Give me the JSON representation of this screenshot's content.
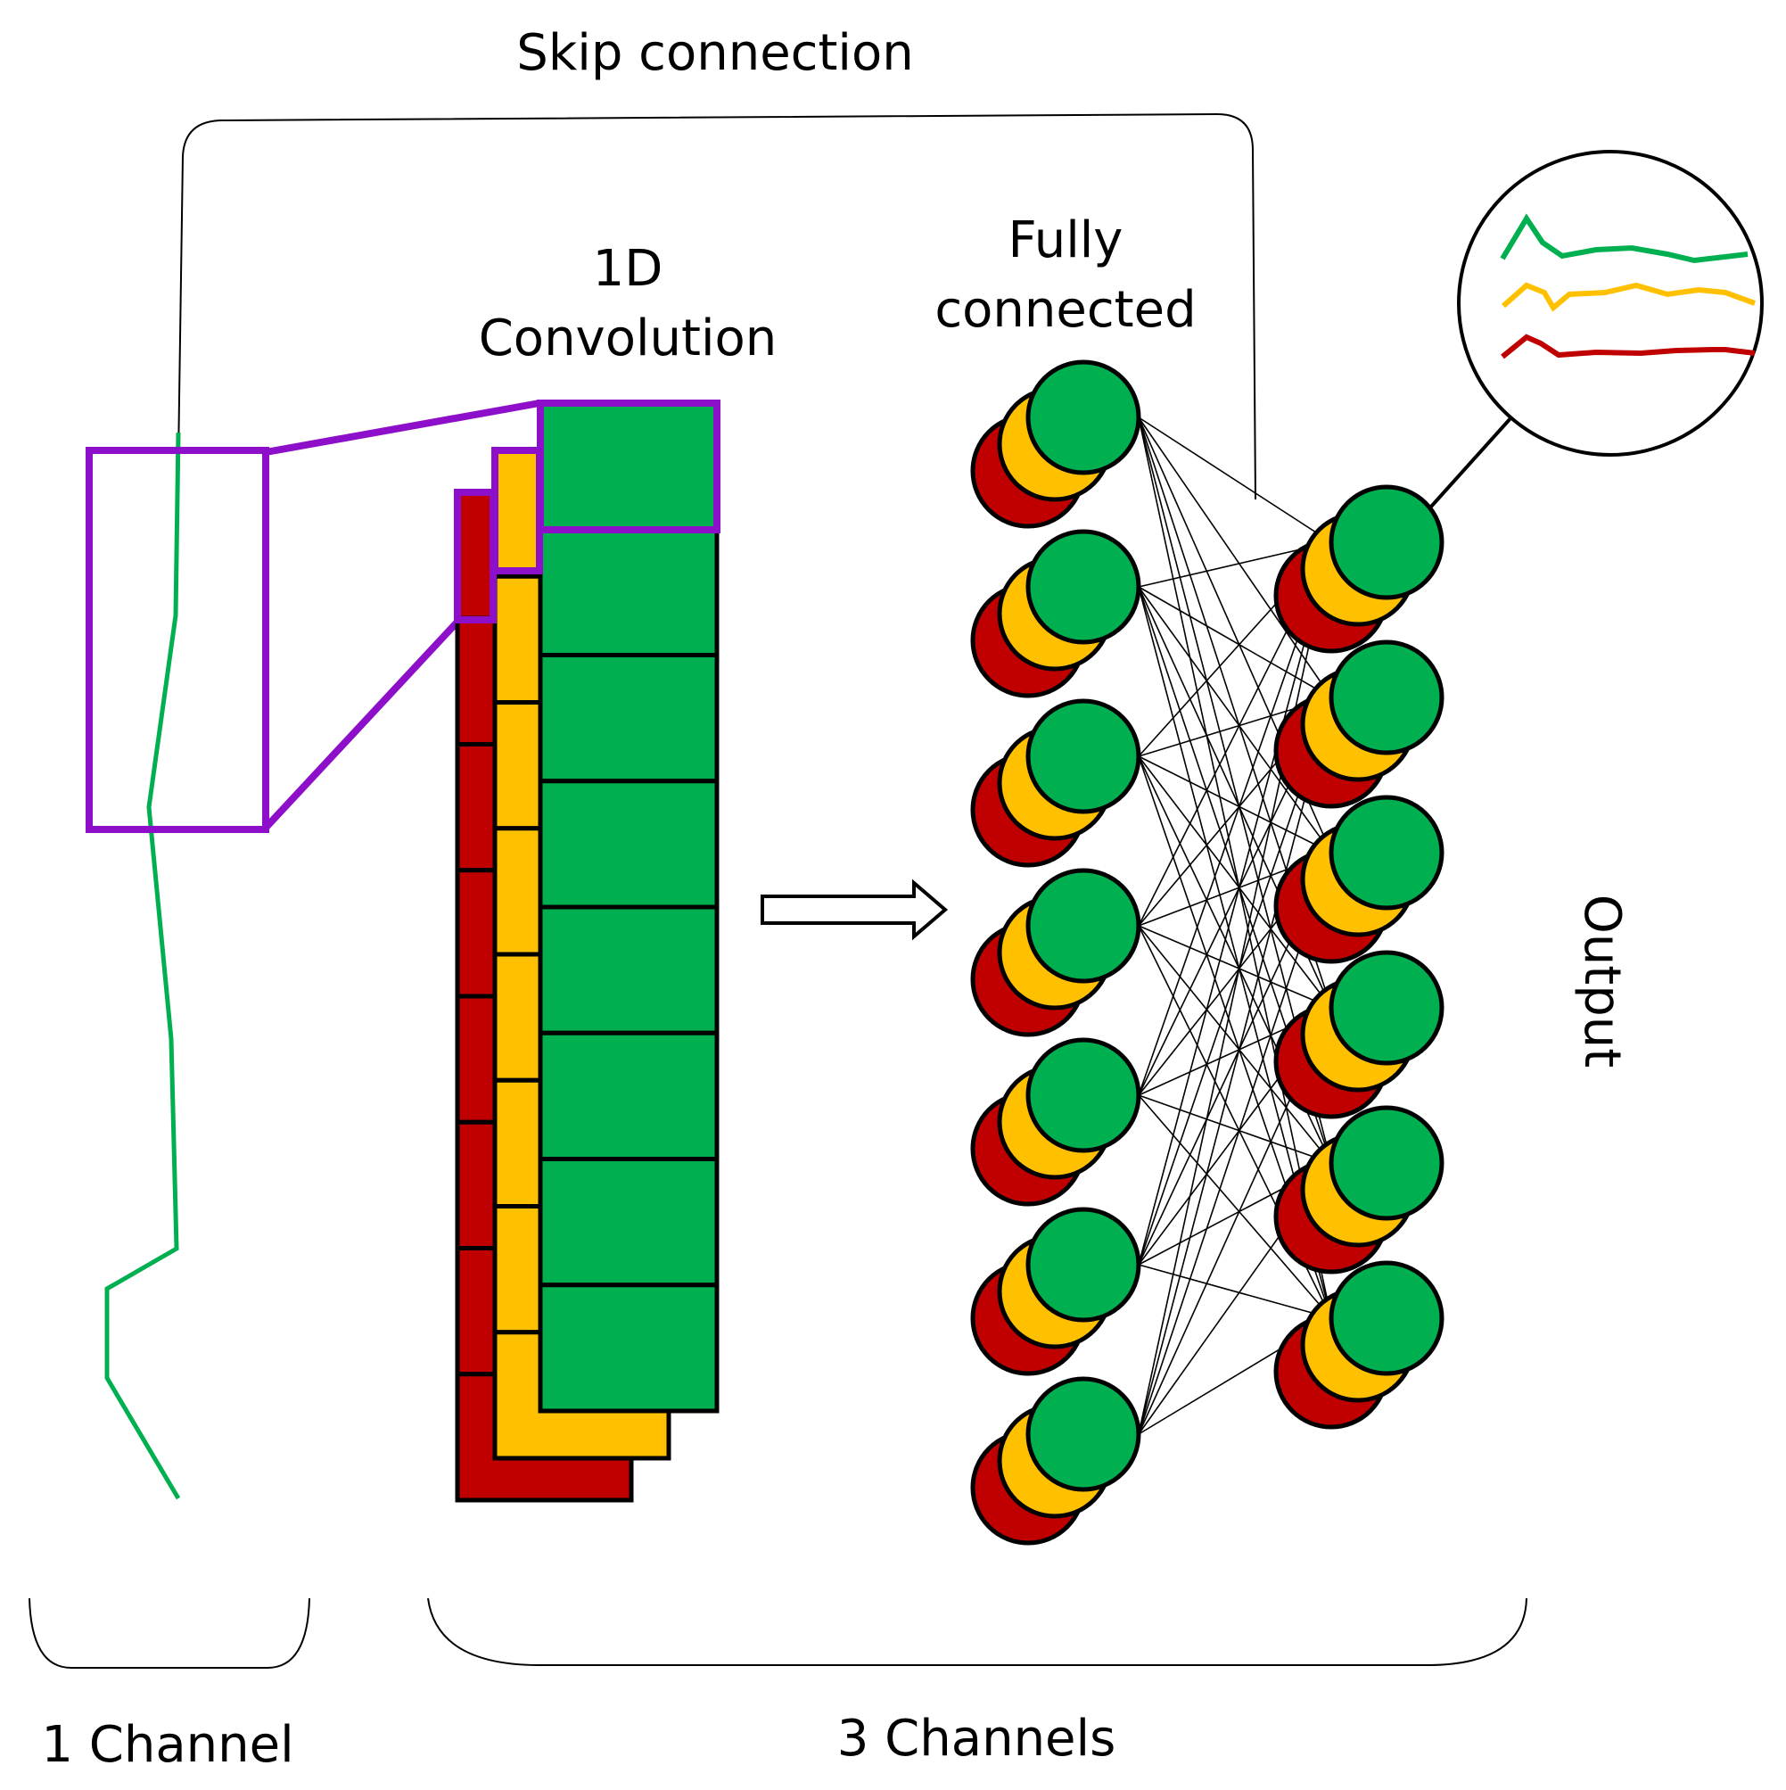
{
  "labels": {
    "skip_connection": "Skip connection",
    "conv_line1": "1D",
    "conv_line2": "Convolution",
    "fc_line1": "Fully",
    "fc_line2": "connected",
    "output": "Output",
    "one_channel": "1 Channel",
    "three_channels": "3 Channels"
  },
  "colors": {
    "green": "#00B050",
    "yellow": "#FFC000",
    "red": "#C00000",
    "purple": "#8E0FC9",
    "outline": "#000000"
  },
  "network": {
    "input_layer_nodes": 7,
    "output_layer_nodes": 6,
    "conv_cells": 8
  }
}
